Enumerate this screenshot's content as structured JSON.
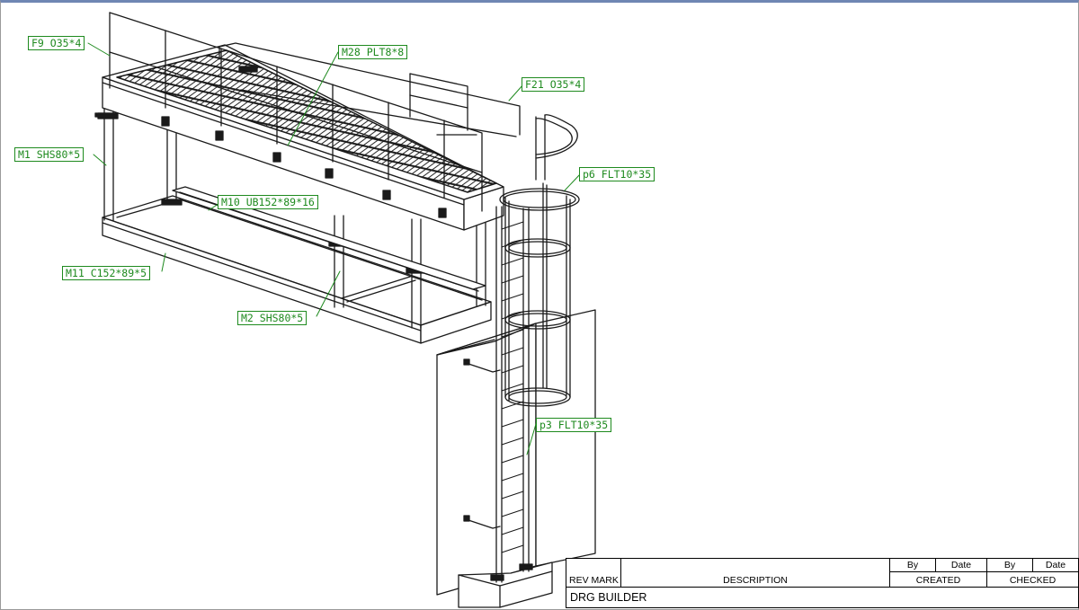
{
  "callouts": {
    "f9": "F9 O35*4",
    "m28": "M28 PLT8*8",
    "f21": "F21 O35*4",
    "m1": "M1 SHS80*5",
    "p6": "p6 FLT10*35",
    "m10": "M10 UB152*89*16",
    "m11": "M11 C152*89*5",
    "m2": "M2 SHS80*5",
    "p3": "p3 FLT10*35"
  },
  "title_block": {
    "rev_mark": "REV MARK",
    "description": "DESCRIPTION",
    "by_1": "By",
    "date_1": "Date",
    "created": "CREATED",
    "by_2": "By",
    "date_2": "Date",
    "checked": "CHECKED",
    "drg_builder": "DRG BUILDER"
  },
  "colors": {
    "callout": "#1e8a1e",
    "line": "#1a1a1a",
    "frame_top": "#6f86b3"
  }
}
